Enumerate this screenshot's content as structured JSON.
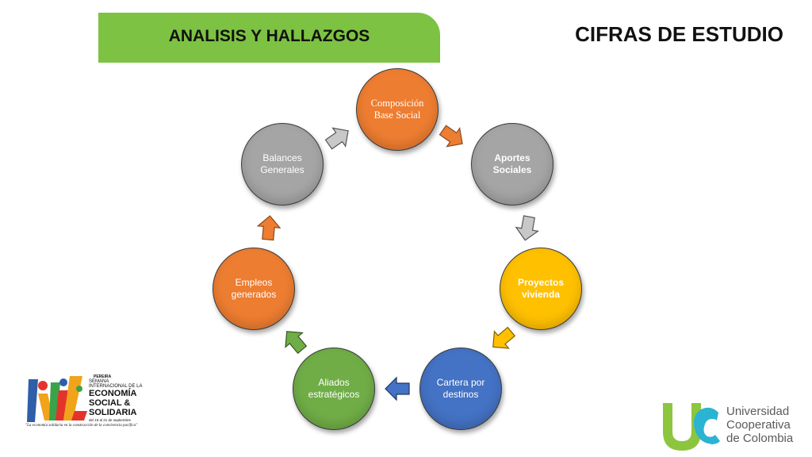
{
  "header": {
    "banner_title": "ANALISIS Y HALLAZGOS",
    "right_title": "CIFRAS DE ESTUDIO",
    "banner_color": "#7dc242"
  },
  "cycle": {
    "nodes": [
      {
        "id": "composicion",
        "lines": [
          "Composición",
          "Base Social"
        ],
        "color": "#ed7d31"
      },
      {
        "id": "aportes",
        "lines": [
          "Aportes",
          "Sociales"
        ],
        "color": "#a5a5a5"
      },
      {
        "id": "proyectos",
        "lines": [
          "Proyectos",
          "vivienda"
        ],
        "color": "#ffc000"
      },
      {
        "id": "cartera",
        "lines": [
          "Cartera por",
          "destinos"
        ],
        "color": "#4472c4"
      },
      {
        "id": "aliados",
        "lines": [
          "Aliados",
          "estratégicos"
        ],
        "color": "#70ad47"
      },
      {
        "id": "empleos",
        "lines": [
          "Empleos",
          "generados"
        ],
        "color": "#ed7d31"
      },
      {
        "id": "balances",
        "lines": [
          "Balances",
          "Generales"
        ],
        "color": "#a5a5a5"
      }
    ]
  },
  "logos": {
    "event": {
      "city": "PEREIRA",
      "line1": "SEMANA",
      "line2": "INTERNACIONAL DE LA",
      "line3": "ECONOMÍA",
      "line4": "SOCIAL &",
      "line5": "SOLIDARIA",
      "dates": "del 19 al 21 de septiembre",
      "slogan": "\"La economía solidaria en la construcción de la convivencia pacífica\""
    },
    "university": {
      "line1": "Universidad",
      "line2": "Cooperativa",
      "line3": "de Colombia"
    }
  }
}
